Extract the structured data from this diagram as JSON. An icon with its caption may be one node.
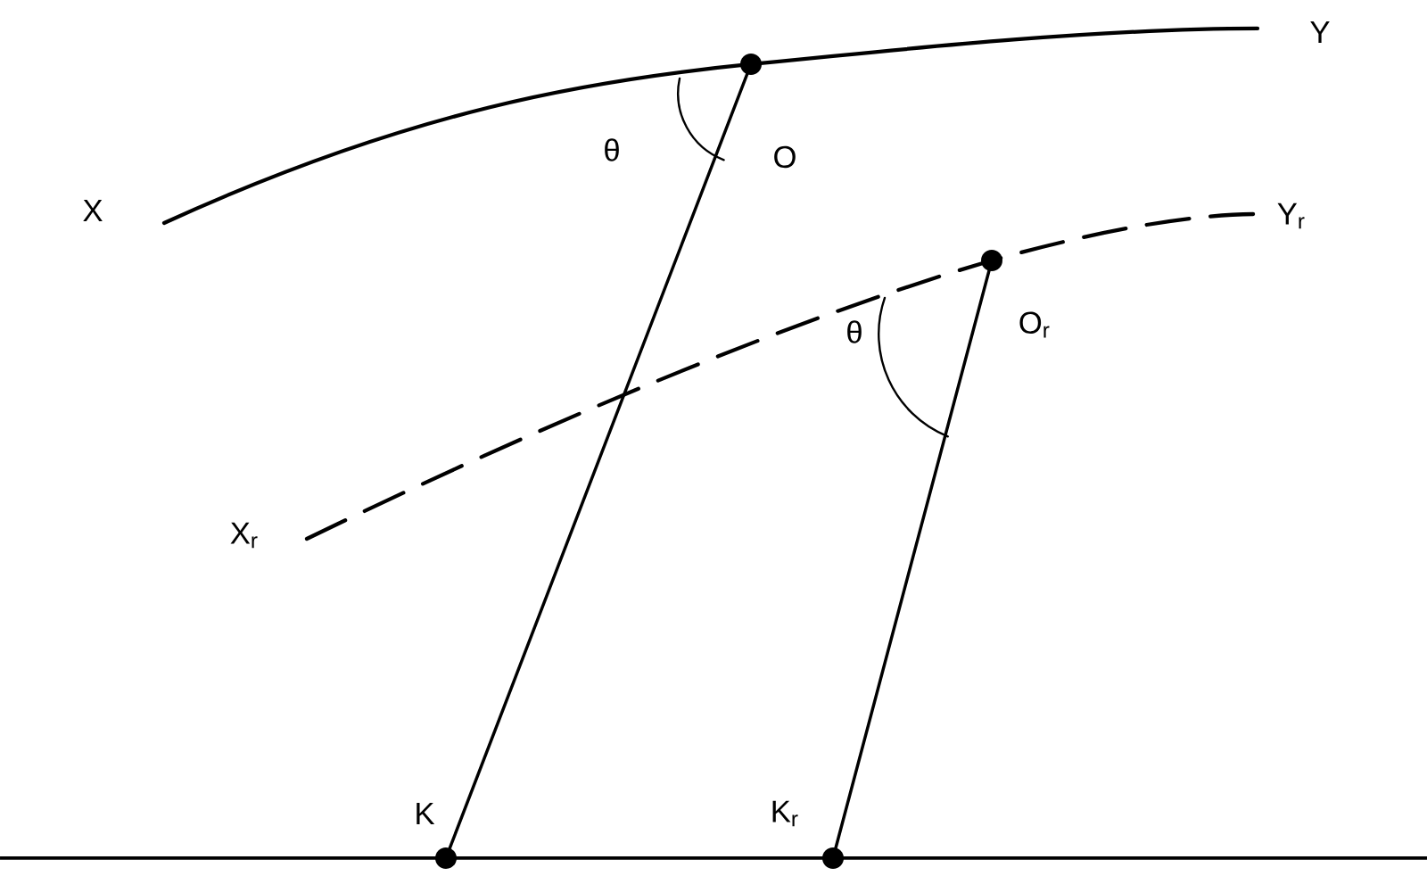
{
  "diagram": {
    "nodes": [
      {
        "text": [],
        "shape": "circle",
        "beside": [
          "O"
        ]
      },
      {
        "text": [],
        "shape": "circle",
        "beside": [
          "K"
        ]
      },
      {
        "text": [],
        "shape": "circle",
        "beside": [
          "O$_{r}$"
        ]
      },
      {
        "text": [],
        "shape": "circle",
        "beside": [
          "K$_{r}$"
        ]
      }
    ],
    "edges": [
      {
        "from": 0,
        "to": 1,
        "arrow": "none"
      },
      {
        "from": 2,
        "to": 3,
        "arrow": "none"
      }
    ],
    "labels": [
      "Y",
      "X",
      "θ",
      "Y$_{r}$",
      "θ",
      "X$_{r}$"
    ]
  }
}
